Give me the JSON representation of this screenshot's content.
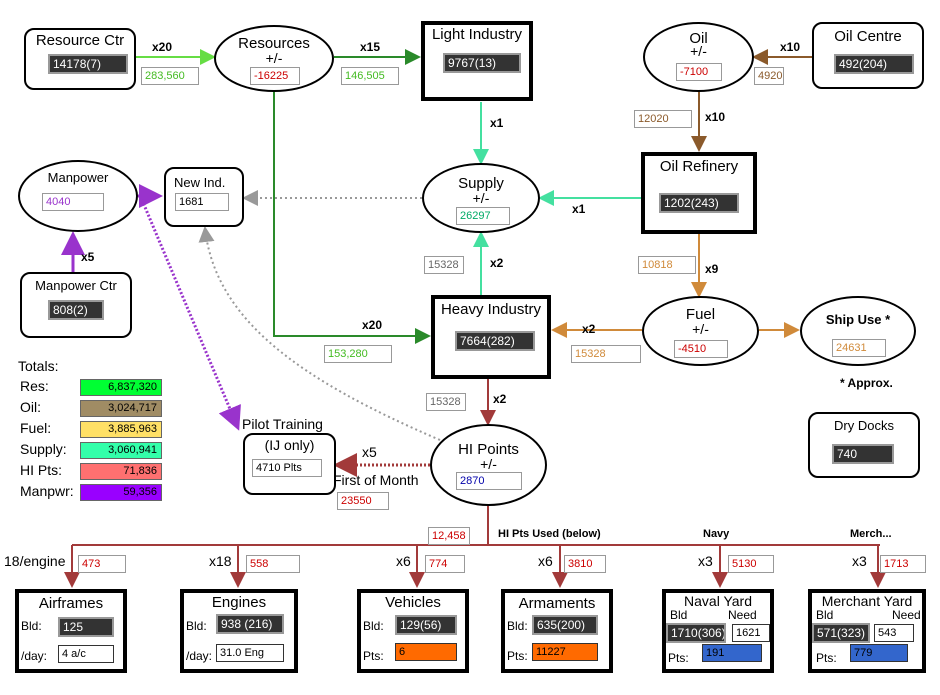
{
  "nodes": {
    "resource_ctr": {
      "title": "Resource Ctr",
      "value": "14178(7)"
    },
    "resources": {
      "title": "Resources",
      "sub": "+/-",
      "value": "-16225"
    },
    "light_industry": {
      "title": "Light Industry",
      "value": "9767(13)"
    },
    "oil": {
      "title": "Oil",
      "sub": "+/-",
      "value": "-7100"
    },
    "oil_centre": {
      "title": "Oil Centre",
      "value": "492(204)"
    },
    "manpower": {
      "title": "Manpower",
      "value": "4040"
    },
    "new_ind": {
      "title": "New Ind.",
      "value": "1681"
    },
    "supply": {
      "title": "Supply",
      "sub": "+/-",
      "value": "26297"
    },
    "oil_refinery": {
      "title": "Oil Refinery",
      "value": "1202(243)"
    },
    "manpower_ctr": {
      "title": "Manpower Ctr",
      "value": "808(2)"
    },
    "heavy_industry": {
      "title": "Heavy Industry",
      "value": "7664(282)"
    },
    "fuel": {
      "title": "Fuel",
      "sub": "+/-",
      "value": "-4510"
    },
    "ship_use": {
      "title": "Ship Use *",
      "value": "24631"
    },
    "approx_note": "* Approx.",
    "dry_docks": {
      "title": "Dry Docks",
      "value": "740"
    },
    "pilot_training": {
      "title": "Pilot Training",
      "sub": "(IJ only)",
      "value": "4710 Plts"
    },
    "hi_points": {
      "title": "HI Points",
      "sub": "+/-",
      "value": "2870"
    },
    "first_of_month": {
      "label": "First of Month",
      "value": "23550"
    }
  },
  "flows": {
    "rc_to_res": {
      "mult": "x20",
      "value": "283,560"
    },
    "res_to_li": {
      "mult": "x15",
      "value": "146,505"
    },
    "oc_to_oil": {
      "mult": "x10",
      "value": "4920"
    },
    "oil_to_ref": {
      "mult": "x10",
      "value": "12020"
    },
    "li_to_supply": {
      "mult": "x1"
    },
    "ref_to_supply": {
      "mult": "x1"
    },
    "mc_to_mp": {
      "mult": "x5"
    },
    "hi_to_supply": {
      "mult": "x2",
      "value": "15328"
    },
    "ref_to_fuel": {
      "mult": "x9",
      "value": "10818"
    },
    "res_to_hi": {
      "mult": "x20",
      "value": "153,280"
    },
    "fuel_to_hi": {
      "mult": "x2",
      "value": "15328"
    },
    "hi_to_hipts": {
      "mult": "x2",
      "value": "15328"
    },
    "hipts_to_pilot": {
      "mult": "x5"
    },
    "hi_used": {
      "label": "HI Pts Used (below)",
      "value": "12,458"
    }
  },
  "totals": {
    "header": "Totals:",
    "rows": [
      {
        "label": "Res:",
        "value": "6,837,320",
        "color": "#00ff33"
      },
      {
        "label": "Oil:",
        "value": "3,024,717",
        "color": "#a08c64"
      },
      {
        "label": "Fuel:",
        "value": "3,885,963",
        "color": "#ffe066"
      },
      {
        "label": "Supply:",
        "value": "3,060,941",
        "color": "#33ffaa"
      },
      {
        "label": "HI Pts:",
        "value": "71,836",
        "color": "#ff7070"
      },
      {
        "label": "Manpwr:",
        "value": "59,356",
        "color": "#9900ff"
      }
    ]
  },
  "production": {
    "airframes": {
      "title": "Airframes",
      "mult": "18/engine",
      "flow": "473",
      "bld_label": "Bld:",
      "bld": "125",
      "day_label": "/day:",
      "day": "4 a/c"
    },
    "engines": {
      "title": "Engines",
      "mult": "x18",
      "flow": "558",
      "bld_label": "Bld:",
      "bld": "938 (216)",
      "day_label": "/day:",
      "day": "31.0 Eng"
    },
    "vehicles": {
      "title": "Vehicles",
      "mult": "x6",
      "flow": "774",
      "bld_label": "Bld:",
      "bld": "129(56)",
      "pts_label": "Pts:",
      "pts": "6"
    },
    "armaments": {
      "title": "Armaments",
      "mult": "x6",
      "flow": "3810",
      "bld_label": "Bld:",
      "bld": "635(200)",
      "pts_label": "Pts:",
      "pts": "11227"
    },
    "naval_yard": {
      "title": "Naval Yard",
      "group": "Navy",
      "mult": "x3",
      "flow": "5130",
      "bld_label": "Bld",
      "need_label": "Need",
      "bld": "1710(306)",
      "need": "1621",
      "pts_label": "Pts:",
      "pts": "191"
    },
    "merchant_yard": {
      "title": "Merchant Yard",
      "group": "Merch...",
      "mult": "x3",
      "flow": "1713",
      "bld_label": "Bld",
      "need_label": "Need",
      "bld": "571(323)",
      "need": "543",
      "pts_label": "Pts:",
      "pts": "779"
    }
  },
  "colors": {
    "resources": "#66dd44",
    "resources_dark": "#2a8a2a",
    "oil": "#8b5a2b",
    "fuel": "#d08a3a",
    "supply": "#44e0a0",
    "hi": "#a23a3a",
    "manpower": "#9933cc",
    "newind": "#999999",
    "pts_orange": "#ff6a00",
    "pts_blue": "#3366cc"
  }
}
